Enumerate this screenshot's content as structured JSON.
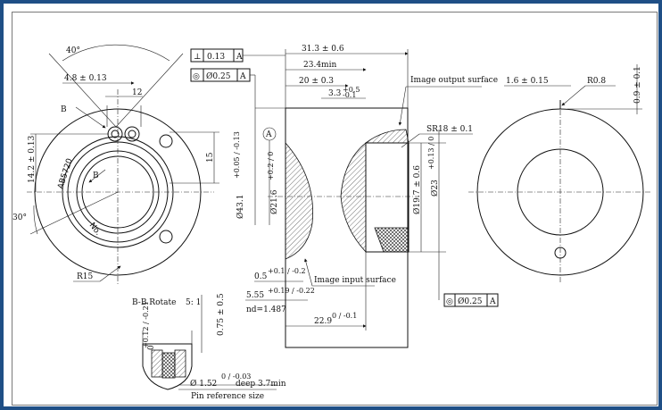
{
  "left_view": {
    "angle_top": "40°",
    "dim_4_8": "4.8 ± 0.13",
    "dim_12": "12",
    "section_B_top": "B",
    "section_B_inner": "B",
    "engraving_code": "AB5720",
    "engraving_no": "No.",
    "dim_14_2": "14.2 ± 0.13",
    "dim_15": "15",
    "angle_30": "30°",
    "radius_R15": "R15"
  },
  "fcf": {
    "perp_symbol": "⊥",
    "perp_value": "0.13",
    "perp_datum": "A",
    "pos_symbol": "◎",
    "pos_value": "Ø0.25",
    "pos_datum": "A"
  },
  "center_view": {
    "dim_31_3": "31.3 ± 0.6",
    "dim_23_4": "23.4min",
    "dim_20": "20 ± 0.3",
    "dim_3_3": "3.3",
    "dim_3_3_tol_up": "+0.5",
    "dim_3_3_tol_dn": "-0.1",
    "datum_A": "A",
    "dim_43_1": "Ø43.1",
    "dim_43_1_tol": "+0.05 / -0.13",
    "dim_21_6": "Ø21.6",
    "dim_21_6_tol": "+0.2 / 0",
    "label_output": "Image output surface",
    "label_SR18": "SR18 ± 0.1",
    "dim_19_7": "Ø19.7 ± 0.6",
    "dim_23": "Ø23",
    "dim_23_tol": "+0.13 / 0",
    "dim_0_5": "0.5",
    "dim_0_5_tol": "+0.1 / -0.2",
    "label_input": "Image input surface",
    "dim_5_55": "5.55",
    "dim_5_55_tol": "+0.19 / -0.22",
    "refr_index": "nd=1.487",
    "dim_22_9": "22.9",
    "dim_22_9_tol": "0 / -0.1"
  },
  "fcf_bottom": {
    "pos_symbol": "◎",
    "pos_value": "Ø0.25",
    "pos_datum": "A"
  },
  "right_view": {
    "dim_1_6": "1.6 ± 0.15",
    "radius_R0_8": "R0.8",
    "dim_0_9": "0.9 ± 0.1"
  },
  "section_detail": {
    "title": "B-B  Rotate",
    "scale": "5: 1",
    "dim_0_tol": "0",
    "dim_0_tol_vals": "+0.12 / -0.21",
    "dim_0_75": "0.75 ± 0.5",
    "dim_1_52": "Ø 1.52",
    "dim_1_52_tol": "0 / -0.03",
    "deep": "deep 3.7min",
    "pin_label": "Pin reference size"
  }
}
